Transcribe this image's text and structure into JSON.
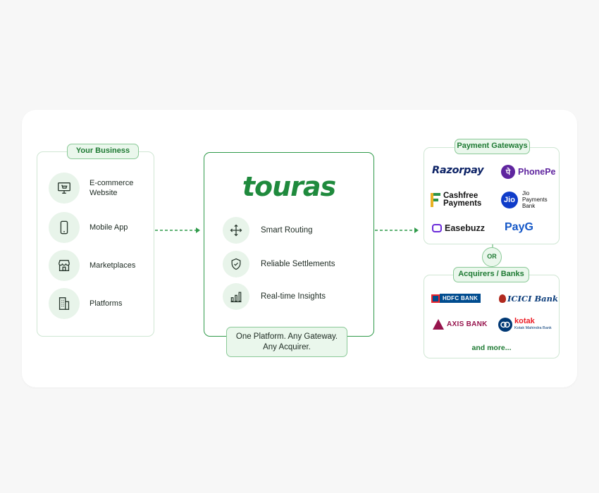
{
  "business": {
    "title": "Your Business",
    "items": [
      {
        "label": "E-commerce Website",
        "icon": "monitor-cart-icon"
      },
      {
        "label": "Mobile App",
        "icon": "smartphone-icon"
      },
      {
        "label": "Marketplaces",
        "icon": "storefront-icon"
      },
      {
        "label": "Platforms",
        "icon": "building-icon"
      }
    ]
  },
  "platform": {
    "logo_text": "touras",
    "features": [
      {
        "label": "Smart Routing",
        "icon": "routing-arrows-icon"
      },
      {
        "label": "Reliable Settlements",
        "icon": "shield-check-icon"
      },
      {
        "label": "Real-time Insights",
        "icon": "bar-chart-icon"
      }
    ],
    "tagline_line1": "One Platform. Any Gateway.",
    "tagline_line2": "Any Acquirer."
  },
  "gateways": {
    "title": "Payment Gateways",
    "logos": {
      "razorpay": "Razorpay",
      "phonepe_mark": "पे",
      "phonepe": "PhonePe",
      "cashfree_1": "Cashfree",
      "cashfree_2": "Payments",
      "jio_mark": "Jio",
      "jio_1": "Jio",
      "jio_2": "Payments",
      "jio_3": "Bank",
      "easebuzz": "Easebuzz",
      "payg": "PayG"
    }
  },
  "separator": "OR",
  "acquirers": {
    "title": "Acquirers / Banks",
    "logos": {
      "hdfc": "HDFC BANK",
      "icici": "ICICI Bank",
      "axis": "AXIS BANK",
      "kotak": "kotak",
      "kotak_sub": "Kotak Mahindra Bank"
    },
    "more": "and more..."
  },
  "colors": {
    "brand_green": "#1f8a3d",
    "light_green": "#eaf7ec",
    "border_green": "#8ac997"
  }
}
